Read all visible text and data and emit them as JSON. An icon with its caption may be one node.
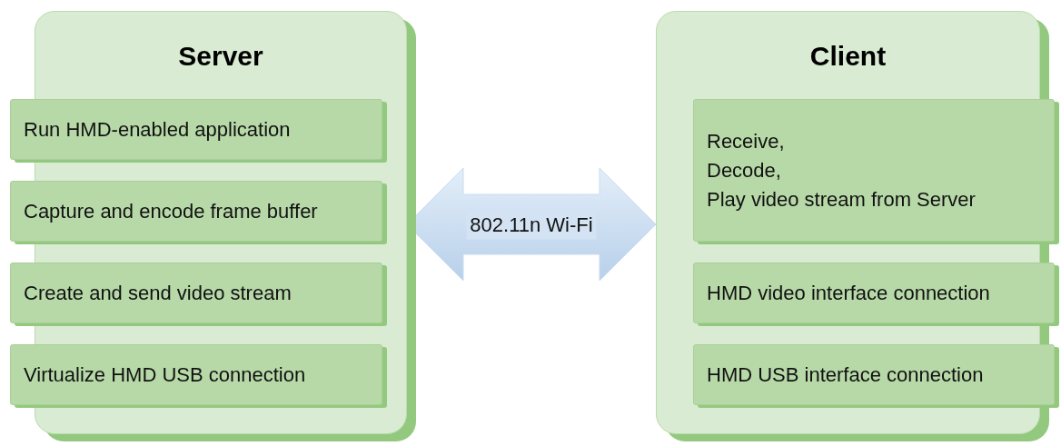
{
  "diagram": {
    "nodes": [
      {
        "text": [
          "Server"
        ]
      },
      {
        "text": [
          "Run HMD-enabled application"
        ],
        "in": 0
      },
      {
        "text": [
          "Capture and encode frame buffer"
        ],
        "in": 0
      },
      {
        "text": [
          "Create and send video stream"
        ],
        "in": 0
      },
      {
        "text": [
          "Virtualize HMD USB connection"
        ],
        "in": 0
      },
      {
        "text": [
          "Client"
        ]
      },
      {
        "text": [
          "Receive,",
          "Decode,",
          "Play video stream from Server"
        ],
        "in": 5
      },
      {
        "text": [
          "HMD video interface connection"
        ],
        "in": 5
      },
      {
        "text": [
          "HMD USB interface connection"
        ],
        "in": 5
      }
    ],
    "edges": [
      {
        "from": 0,
        "to": 5,
        "arrow": "both",
        "label": "802.11n Wi-Fi"
      }
    ]
  }
}
